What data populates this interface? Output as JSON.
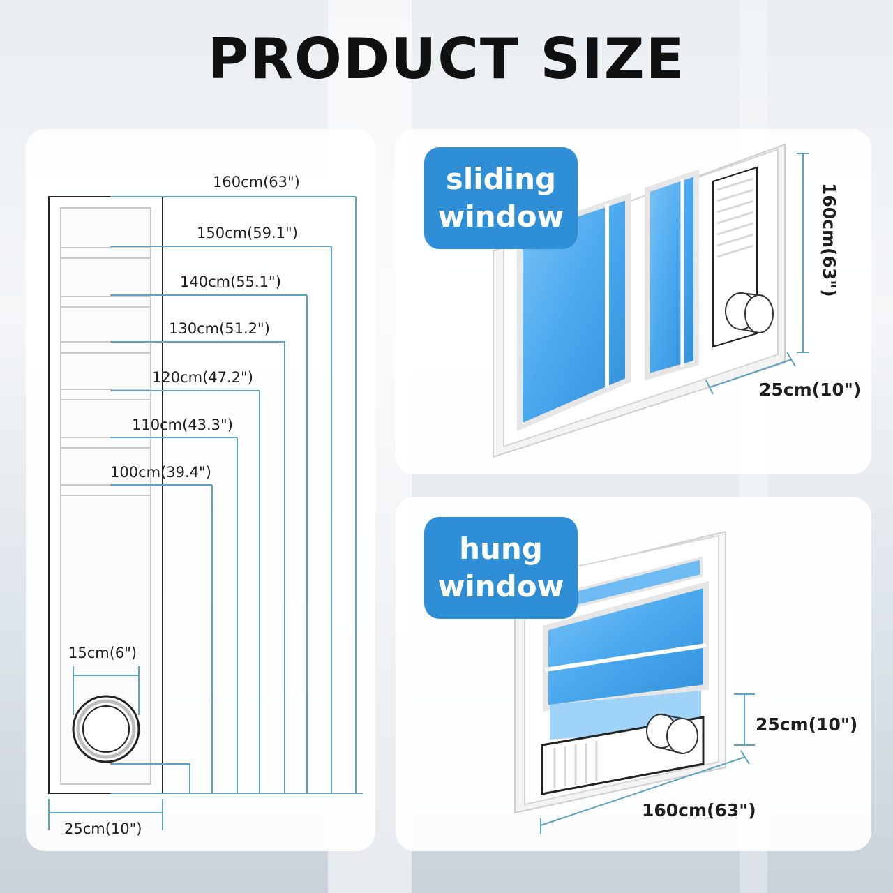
{
  "title": "PRODUCT SIZE",
  "left_panel": {
    "lengths": [
      {
        "label": "160cm(63\")"
      },
      {
        "label": "150cm(59.1\")"
      },
      {
        "label": "140cm(55.1\")"
      },
      {
        "label": "130cm(51.2\")"
      },
      {
        "label": "120cm(47.2\")"
      },
      {
        "label": "110cm(43.3\")"
      },
      {
        "label": "100cm(39.4\")"
      }
    ],
    "hole_label": "15cm(6\")",
    "width_label": "25cm(10\")"
  },
  "sliding": {
    "badge_line1": "sliding",
    "badge_line2": "window",
    "height_label": "160cm(63\")",
    "width_label": "25cm(10\")"
  },
  "hung": {
    "badge_line1": "hung",
    "badge_line2": "window",
    "height_label": "25cm(10\")",
    "width_label": "160cm(63\")"
  },
  "colors": {
    "accent": "#2f8fd6",
    "dimension_line": "#5fa3c2",
    "glass": "#4aa8ef"
  }
}
